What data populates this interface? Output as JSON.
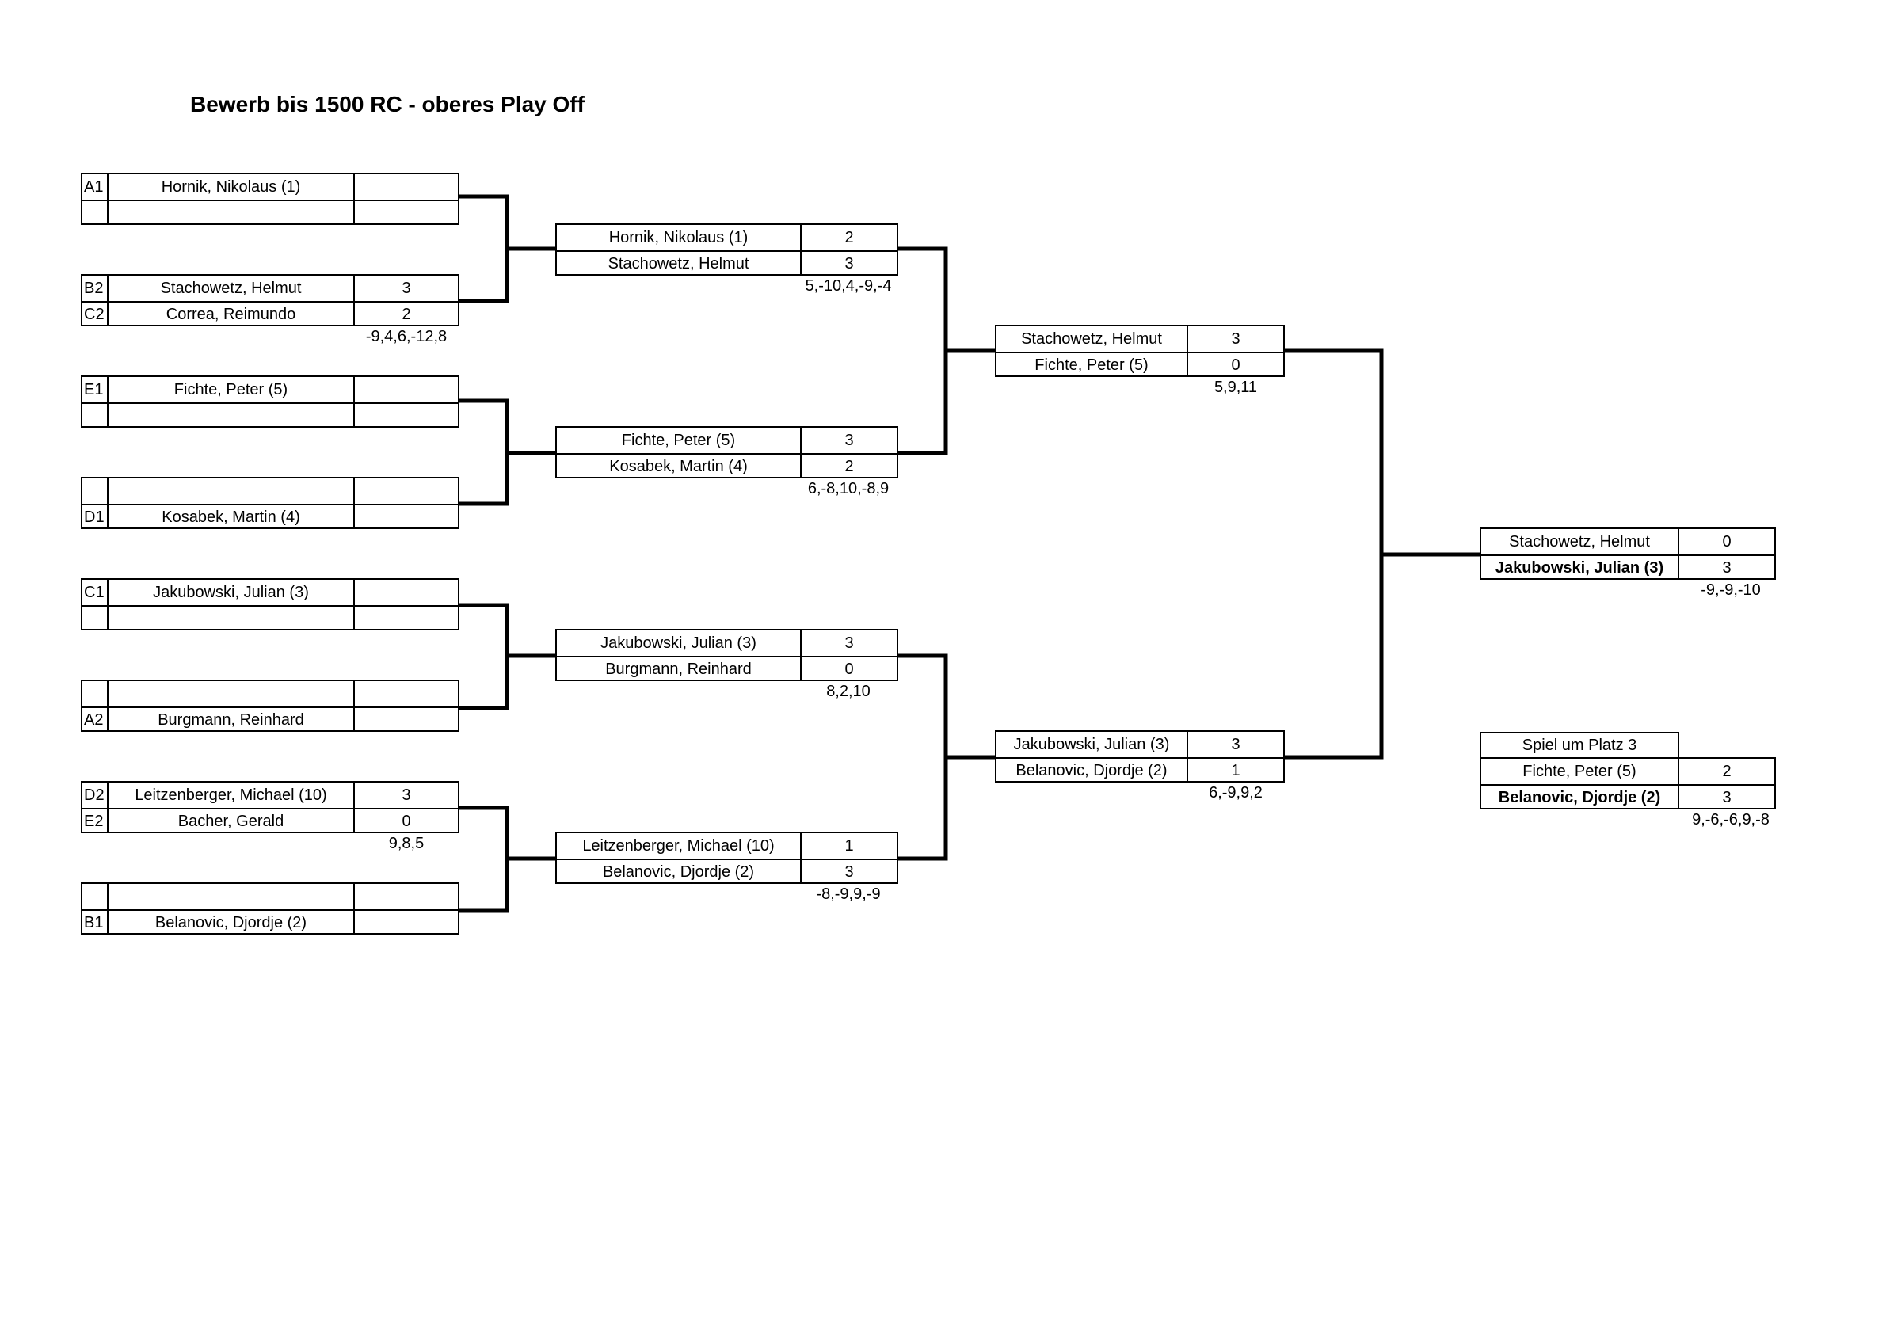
{
  "title": "Bewerb bis 1500 RC - oberes Play Off",
  "round1": [
    {
      "p1": {
        "seed": "A1",
        "name": "Hornik, Nikolaus (1)",
        "score": ""
      },
      "p2": {
        "seed": "",
        "name": "",
        "score": ""
      },
      "sets": ""
    },
    {
      "p1": {
        "seed": "B2",
        "name": "Stachowetz, Helmut",
        "score": "3"
      },
      "p2": {
        "seed": "C2",
        "name": "Correa, Reimundo",
        "score": "2"
      },
      "sets": "-9,4,6,-12,8"
    },
    {
      "p1": {
        "seed": "E1",
        "name": "Fichte, Peter (5)",
        "score": ""
      },
      "p2": {
        "seed": "",
        "name": "",
        "score": ""
      },
      "sets": ""
    },
    {
      "p1": {
        "seed": "",
        "name": "",
        "score": ""
      },
      "p2": {
        "seed": "D1",
        "name": "Kosabek, Martin (4)",
        "score": ""
      },
      "sets": ""
    },
    {
      "p1": {
        "seed": "C1",
        "name": "Jakubowski, Julian (3)",
        "score": ""
      },
      "p2": {
        "seed": "",
        "name": "",
        "score": ""
      },
      "sets": ""
    },
    {
      "p1": {
        "seed": "",
        "name": "",
        "score": ""
      },
      "p2": {
        "seed": "A2",
        "name": "Burgmann, Reinhard",
        "score": ""
      },
      "sets": ""
    },
    {
      "p1": {
        "seed": "D2",
        "name": "Leitzenberger, Michael (10)",
        "score": "3"
      },
      "p2": {
        "seed": "E2",
        "name": "Bacher, Gerald",
        "score": "0"
      },
      "sets": "9,8,5"
    },
    {
      "p1": {
        "seed": "",
        "name": "",
        "score": ""
      },
      "p2": {
        "seed": "B1",
        "name": "Belanovic, Djordje (2)",
        "score": ""
      },
      "sets": ""
    }
  ],
  "round2": [
    {
      "p1": {
        "name": "Hornik, Nikolaus (1)",
        "score": "2"
      },
      "p2": {
        "name": "Stachowetz, Helmut",
        "score": "3"
      },
      "sets": "5,-10,4,-9,-4"
    },
    {
      "p1": {
        "name": "Fichte, Peter (5)",
        "score": "3"
      },
      "p2": {
        "name": "Kosabek, Martin (4)",
        "score": "2"
      },
      "sets": "6,-8,10,-8,9"
    },
    {
      "p1": {
        "name": "Jakubowski, Julian (3)",
        "score": "3"
      },
      "p2": {
        "name": "Burgmann, Reinhard",
        "score": "0"
      },
      "sets": "8,2,10"
    },
    {
      "p1": {
        "name": "Leitzenberger, Michael (10)",
        "score": "1"
      },
      "p2": {
        "name": "Belanovic, Djordje (2)",
        "score": "3"
      },
      "sets": "-8,-9,9,-9"
    }
  ],
  "round3": [
    {
      "p1": {
        "name": "Stachowetz, Helmut",
        "score": "3"
      },
      "p2": {
        "name": "Fichte, Peter (5)",
        "score": "0"
      },
      "sets": "5,9,11"
    },
    {
      "p1": {
        "name": "Jakubowski, Julian (3)",
        "score": "3"
      },
      "p2": {
        "name": "Belanovic, Djordje (2)",
        "score": "1"
      },
      "sets": "6,-9,9,2"
    }
  ],
  "final": {
    "p1": {
      "name": "Stachowetz, Helmut",
      "score": "0"
    },
    "p2": {
      "name": "Jakubowski, Julian (3)",
      "score": "3"
    },
    "sets": "-9,-9,-10"
  },
  "third_place": {
    "label": "Spiel um Platz 3",
    "p1": {
      "name": "Fichte, Peter (5)",
      "score": "2"
    },
    "p2": {
      "name": "Belanovic, Djordje (2)",
      "score": "3"
    },
    "sets": "9,-6,-6,9,-8"
  }
}
